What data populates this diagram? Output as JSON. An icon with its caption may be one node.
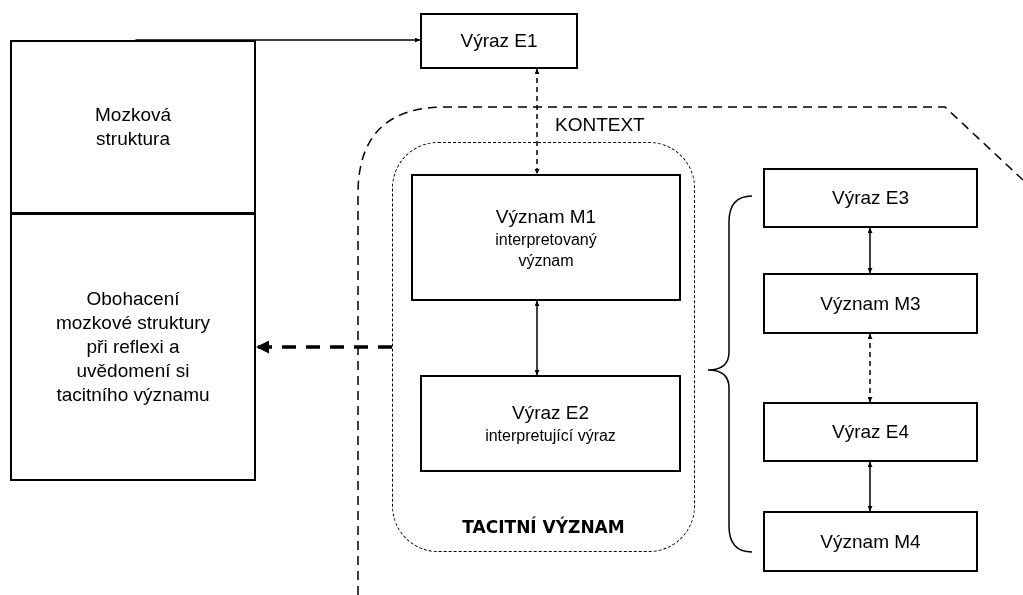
{
  "diagram": {
    "nodes": [
      {
        "text": [
          "Mozková struktura"
        ]
      },
      {
        "text": [
          "Obohacení mozkové struktury při reflexi a uvědomení si tacitního významu"
        ]
      },
      {
        "text": [
          "Výraz E1"
        ]
      },
      {
        "text": [
          "KONTEXT"
        ]
      },
      {
        "text": [
          "TACITNÍ VÝZNAM"
        ],
        "in": 3
      },
      {
        "text": [
          "Význam M1",
          "interpretovaný význam"
        ],
        "in": 4
      },
      {
        "text": [
          "Výraz E2",
          "interpretující výraz"
        ],
        "in": 4
      },
      {
        "text": [
          "Výraz E3"
        ],
        "in": 3
      },
      {
        "text": [
          "Význam M3"
        ],
        "in": 3
      },
      {
        "text": [
          "Výraz E4"
        ],
        "in": 3
      },
      {
        "text": [
          "Význam M4"
        ],
        "in": 3
      }
    ],
    "edges": [
      {
        "from": 0,
        "to": 2,
        "arrow": "to"
      },
      {
        "from": 2,
        "to": 5,
        "arrow": "both",
        "style": "dashed"
      },
      {
        "from": 5,
        "to": 6,
        "arrow": "both"
      },
      {
        "from": 7,
        "to": 8,
        "arrow": "both"
      },
      {
        "from": 8,
        "to": 9,
        "arrow": "both",
        "style": "dashed"
      },
      {
        "from": 9,
        "to": 10,
        "arrow": "both"
      },
      {
        "from": 4,
        "to": 1,
        "arrow": "to",
        "style": "dashed"
      }
    ]
  }
}
